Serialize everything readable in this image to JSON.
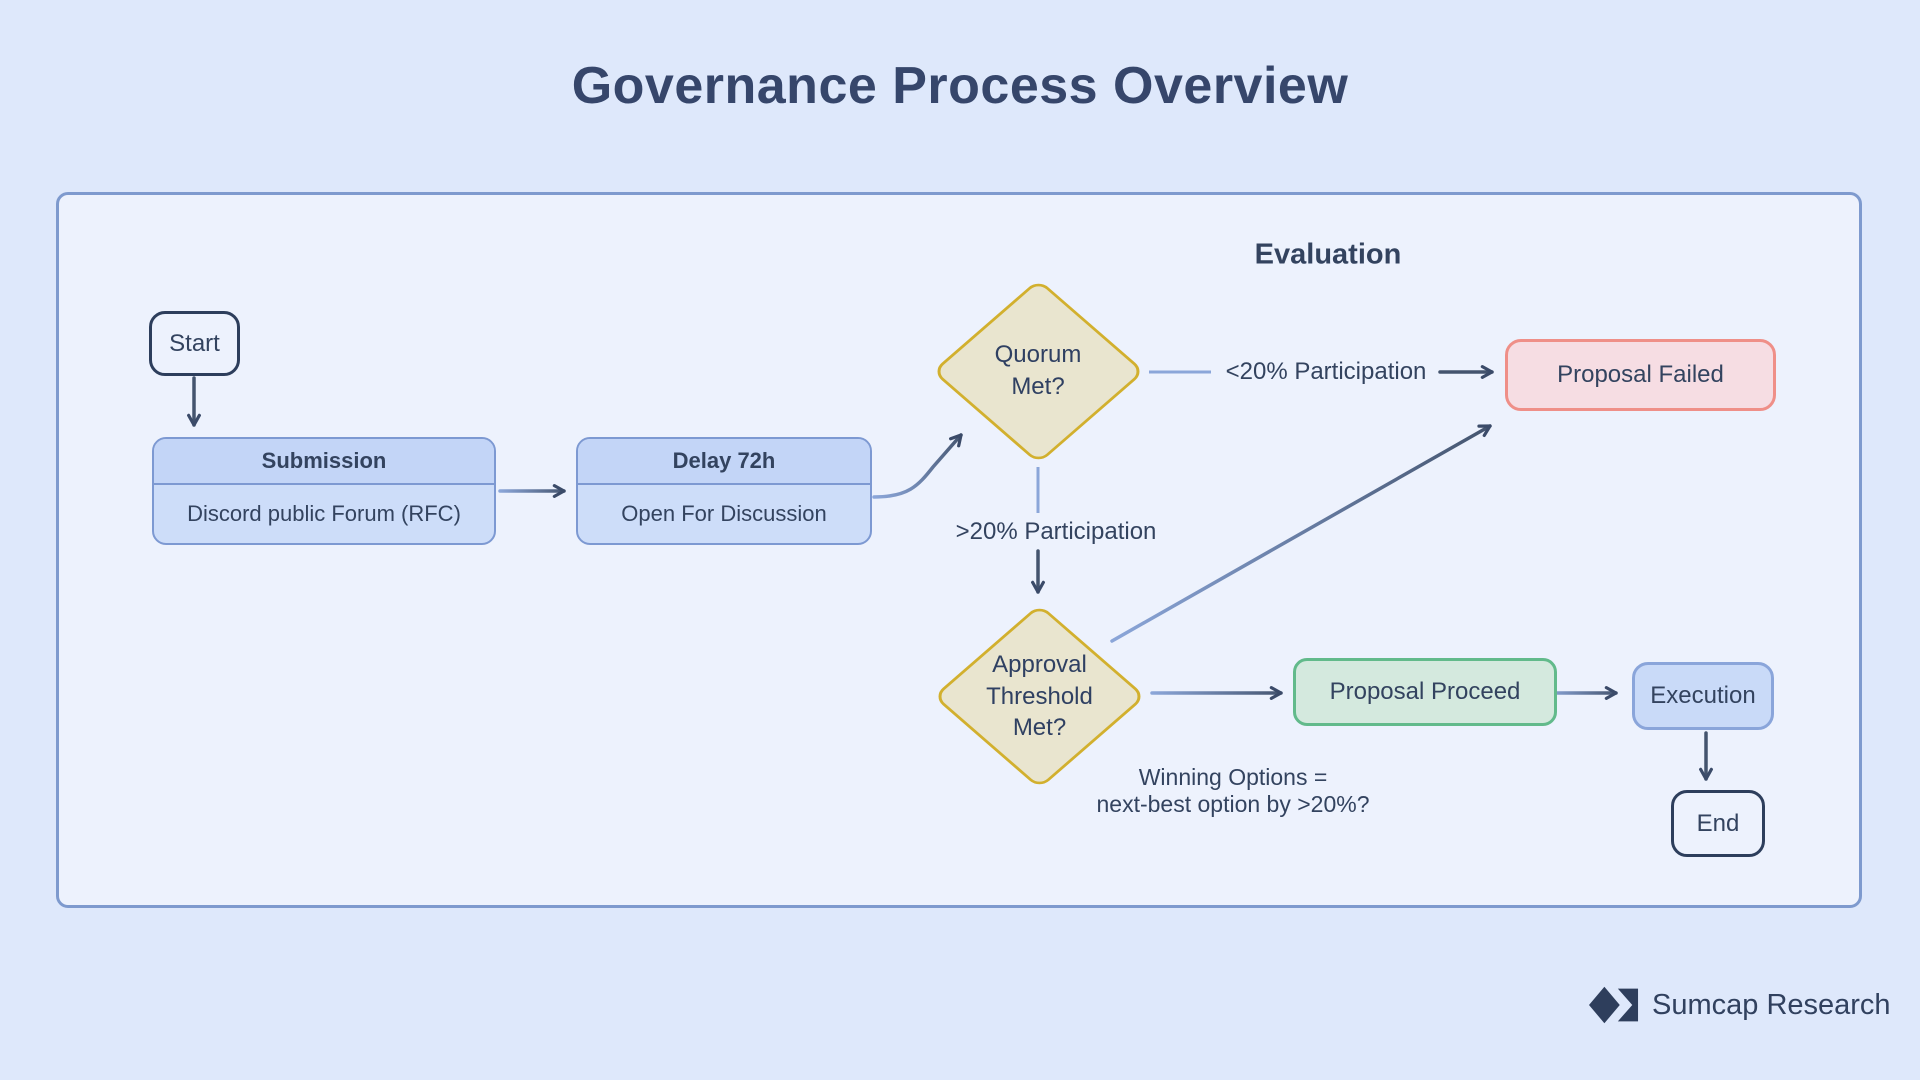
{
  "title": "Governance Process Overview",
  "container": {
    "label": "Evaluation"
  },
  "nodes": {
    "start": {
      "label": "Start"
    },
    "submission": {
      "title": "Submission",
      "body": "Discord public Forum (RFC)"
    },
    "delay": {
      "title": "Delay 72h",
      "body": "Open For Discussion"
    },
    "quorum": {
      "line1": "Quorum",
      "line2": "Met?"
    },
    "approval": {
      "line1": "Approval",
      "line2": "Threshold",
      "line3": "Met?"
    },
    "proposal_failed": {
      "label": "Proposal Failed"
    },
    "proposal_proceed": {
      "label": "Proposal Proceed"
    },
    "execution": {
      "label": "Execution"
    },
    "end": {
      "label": "End"
    }
  },
  "edge_labels": {
    "low_participation": "<20% Participation",
    "high_participation": ">20% Participation",
    "winning_line1": "Winning Options =",
    "winning_line2": "next-best option by >20%?"
  },
  "footer": {
    "brand": "Sumcap Research"
  },
  "colors": {
    "background": "#dee8fb",
    "panel_fill": "#edf2fd",
    "panel_border": "#7e9ace",
    "text_dark": "#33435f",
    "node_blue_fill": "#cdddf9",
    "node_blue_header": "#c3d5f7",
    "node_blue_border": "#7d99d2",
    "diamond_fill": "#e9e5cf",
    "diamond_border": "#d2b02e",
    "fail_fill": "#f6dde3",
    "fail_border": "#ef8f88",
    "success_fill": "#d4e9de",
    "success_border": "#62ba8b",
    "terminal_border": "#2d3e5c",
    "edge_light": "#8ba6d9",
    "edge_dark": "#44546e"
  }
}
